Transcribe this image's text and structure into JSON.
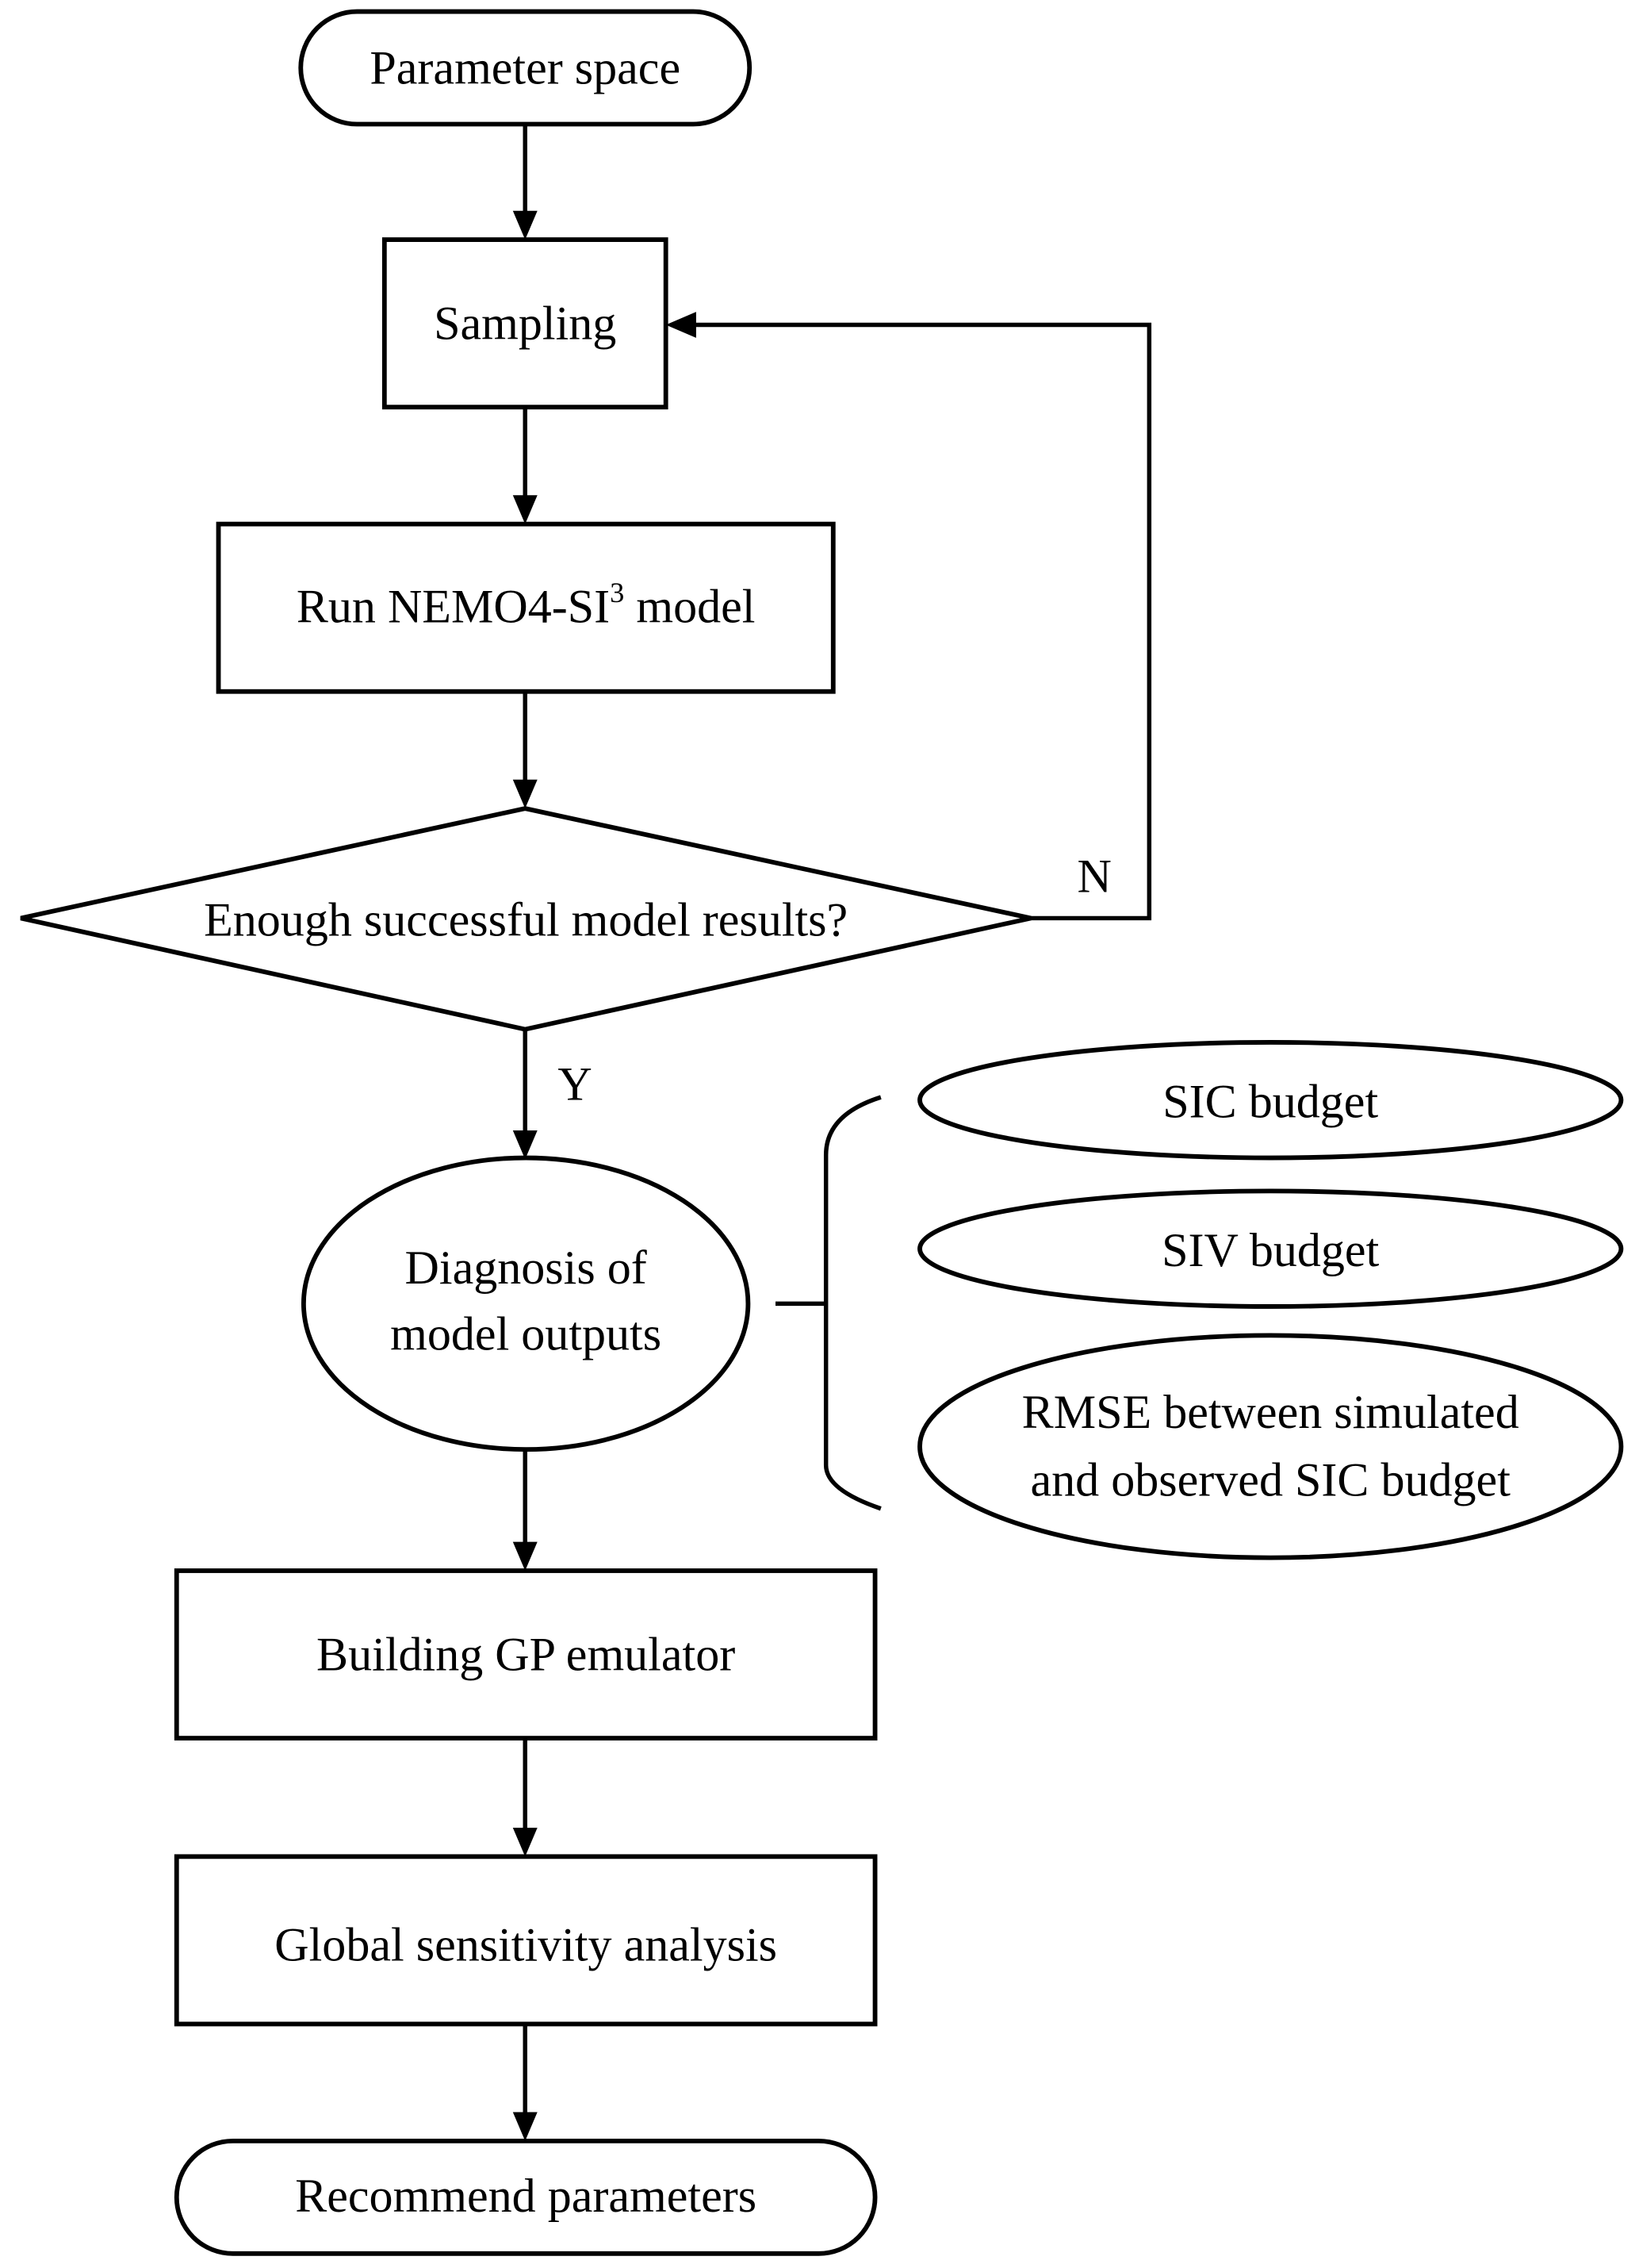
{
  "diagram": {
    "type": "flowchart",
    "colors": {
      "stroke": "#000000",
      "fill": "#ffffff",
      "text": "#000000"
    },
    "nodes": {
      "start": {
        "shape": "terminator",
        "label": "Parameter space"
      },
      "sampling": {
        "shape": "process",
        "label": "Sampling"
      },
      "run_model": {
        "shape": "process",
        "label_main": "Run NEMO4-SI",
        "label_sup": "3",
        "label_tail": " model"
      },
      "decision": {
        "shape": "decision",
        "label": "Enough successful model results?"
      },
      "diagnosis": {
        "shape": "ellipse",
        "label_line1": "Diagnosis of",
        "label_line2": "model outputs"
      },
      "building": {
        "shape": "process",
        "label": "Building GP emulator"
      },
      "gsa": {
        "shape": "process",
        "label": "Global sensitivity analysis"
      },
      "end": {
        "shape": "terminator",
        "label": "Recommend parameters"
      }
    },
    "outputs": [
      {
        "label_line1": "SIC budget"
      },
      {
        "label_line1": "SIV budget"
      },
      {
        "label_line1": "RMSE between simulated",
        "label_line2": "and observed SIC budget"
      }
    ],
    "edge_labels": {
      "no": "N",
      "yes": "Y"
    },
    "edges": [
      {
        "from": "start",
        "to": "sampling"
      },
      {
        "from": "sampling",
        "to": "run_model"
      },
      {
        "from": "run_model",
        "to": "decision"
      },
      {
        "from": "decision",
        "to": "sampling",
        "label": "N"
      },
      {
        "from": "decision",
        "to": "diagnosis",
        "label": "Y"
      },
      {
        "from": "diagnosis",
        "to": "building"
      },
      {
        "from": "building",
        "to": "gsa"
      },
      {
        "from": "gsa",
        "to": "end"
      }
    ]
  }
}
